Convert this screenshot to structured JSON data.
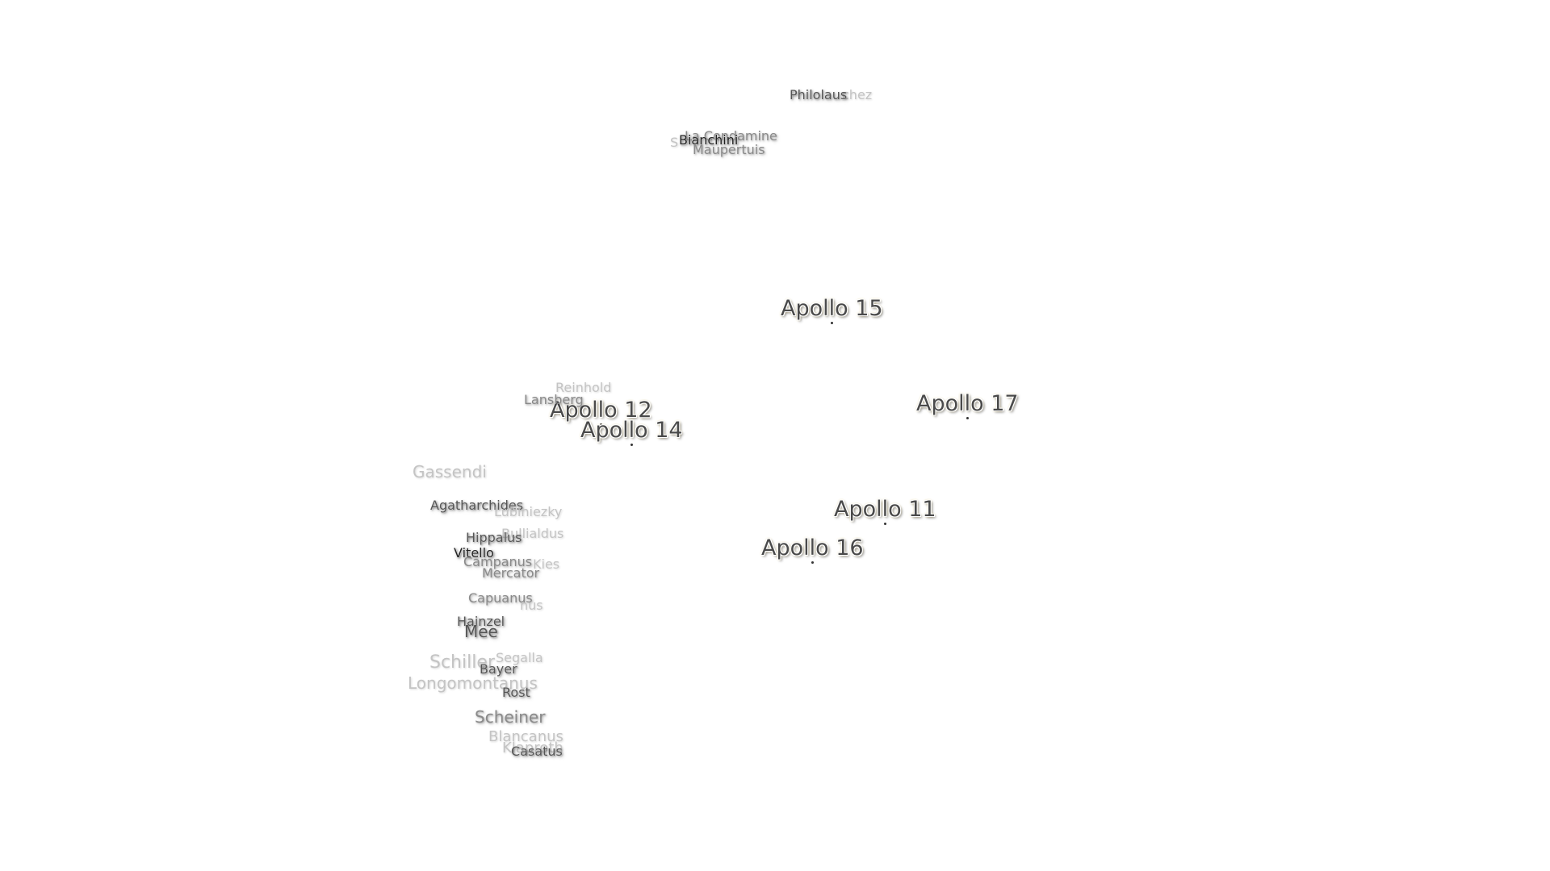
{
  "apollo_sites": [
    {
      "id": "apollo-15",
      "label": "Apollo 15"
    },
    {
      "id": "apollo-17",
      "label": "Apollo 17"
    },
    {
      "id": "apollo-12",
      "label": "Apollo 12"
    },
    {
      "id": "apollo-14",
      "label": "Apollo 14"
    },
    {
      "id": "apollo-11",
      "label": "Apollo 11"
    },
    {
      "id": "apollo-16",
      "label": "Apollo 16"
    }
  ],
  "craters": {
    "philolaus": "Philolaus",
    "anaximenes": "chez",
    "la_condamine": "La Condamine",
    "bianchini": "Bianchini",
    "sharp": "S",
    "maupertuis": "Maupertuis",
    "reinhold": "Reinhold",
    "lansberg": "Lansberg",
    "gassendi": "Gassendi",
    "agatharchides": "Agatharchides",
    "lubiniezky": "Lubiniezky",
    "bullialdus": "Bullialdus",
    "hippalus": "Hippalus",
    "vitello": "Vitello",
    "campanus": "Campanus",
    "kies": "Kies",
    "mercator": "Mercator",
    "capuanus": "Capuanus",
    "wurzelbauer": "nus",
    "hainzel": "Hainzel",
    "mee": "Mee",
    "schiller": "Schiller",
    "segalla": "Segalla",
    "bayer": "Bayer",
    "longomontanus": "Longomontanus",
    "rost": "Rost",
    "scheiner": "Scheiner",
    "blancanus": "Blancanus",
    "klaproth": "Klaproth",
    "casatus": "Casatus"
  }
}
